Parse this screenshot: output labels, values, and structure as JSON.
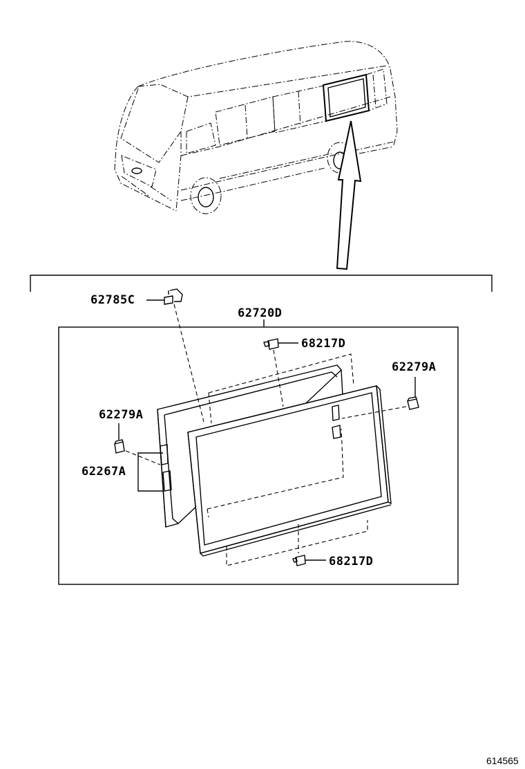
{
  "parts": {
    "p62785C": "62785C",
    "p62720D": "62720D",
    "p68217D_top": "68217D",
    "p62279A_right": "62279A",
    "p62279A_left": "62279A",
    "p62267A": "62267A",
    "p68217D_bottom": "68217D"
  },
  "figure_number": "614565"
}
